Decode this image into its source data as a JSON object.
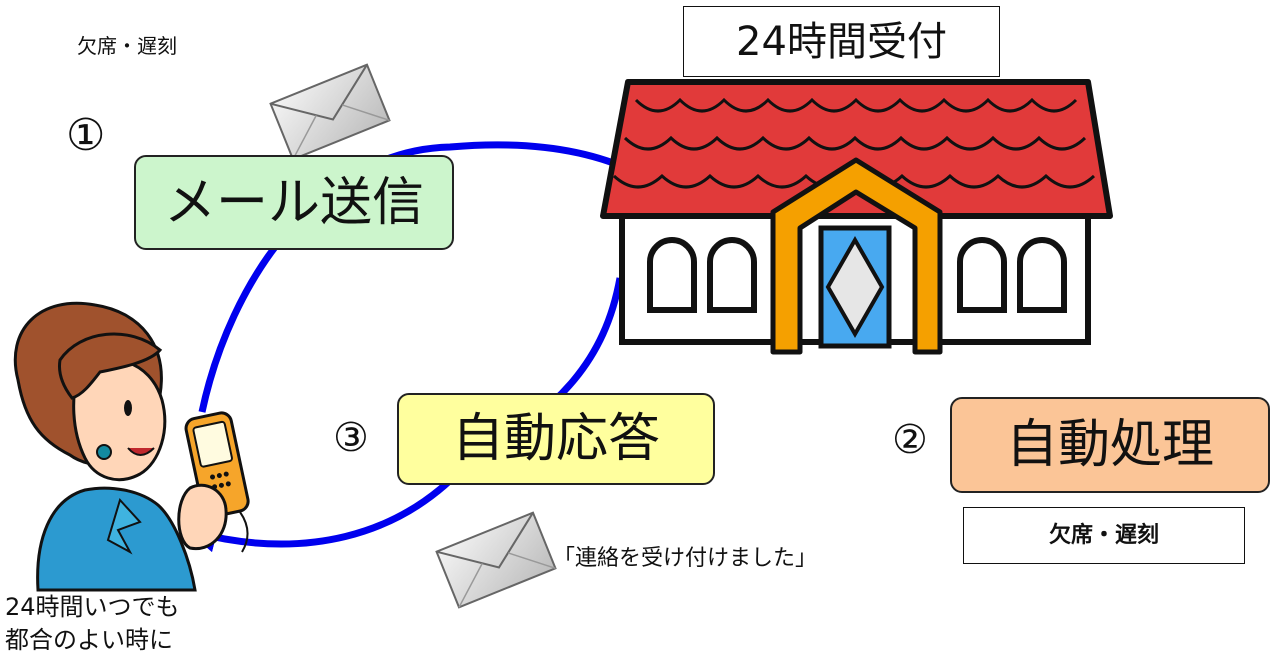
{
  "top_left_caption": "欠席・遅刻",
  "reception_title": "24時間受付",
  "steps": [
    {
      "number": "①",
      "label": "メール送信",
      "color": "#ccf5cc"
    },
    {
      "number": "②",
      "label": "自動処理",
      "color": "#fbc597"
    },
    {
      "number": "③",
      "label": "自動応答",
      "color": "#ffff9e"
    }
  ],
  "result_box_label": "欠席・遅刻",
  "reply_message": "「連絡を受け付けました」",
  "person_caption": [
    "24時間いつでも",
    "都合のよい時に"
  ],
  "arrow_color": "#0000ee",
  "roof_color": "#e13a3a",
  "door_frame_color": "#f5a000",
  "door_window_color": "#48a9f0"
}
